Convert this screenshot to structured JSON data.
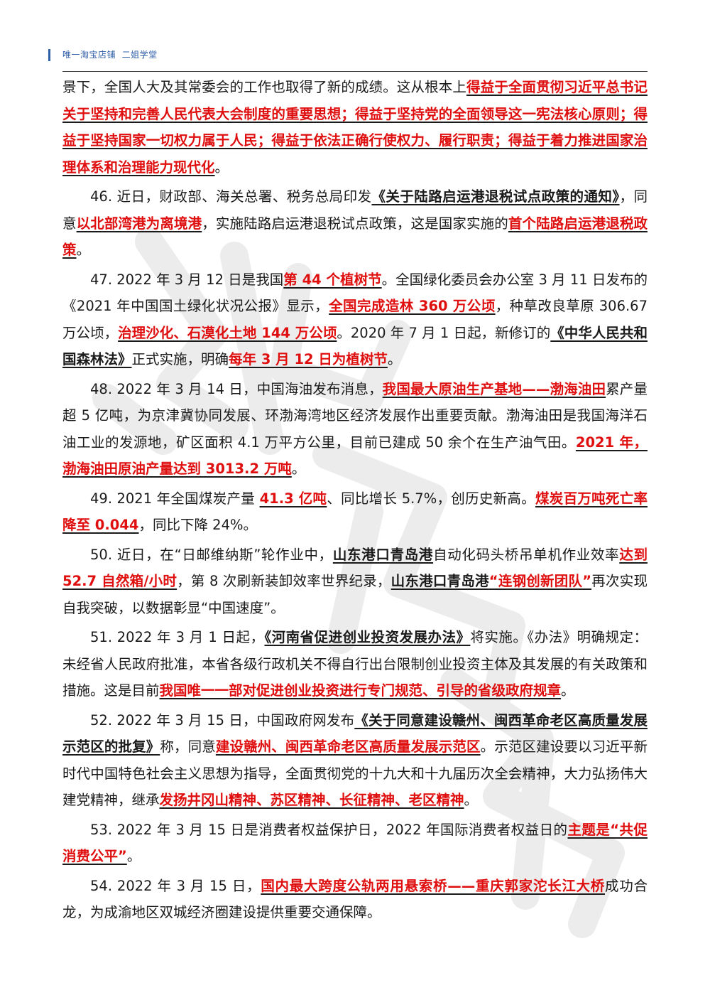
{
  "header": {
    "text": "唯一淘宝店铺  二姐学堂"
  },
  "paragraphs": [
    {
      "indent": false,
      "segments": [
        {
          "s": "n",
          "t": "景下，全国人大及其常委会的工作也取得了新的成绩。这从根本上"
        },
        {
          "s": "hl",
          "t": "得益于全面贯彻习近平总书记关于坚持和完善人民代表大会制度的重要思想；得益于坚持党的全面领导这一宪法核心原则；得益于坚持国家一切权力属于人民；得益于依法正确行使权力、履行职责；得益于着力推进国家治理体系和治理能力现代化"
        },
        {
          "s": "n",
          "t": "。"
        }
      ]
    },
    {
      "indent": true,
      "segments": [
        {
          "s": "n",
          "t": "46. 近日，财政部、海关总署、税务总局印发"
        },
        {
          "s": "bu",
          "t": "《关于陆路启运港退税试点政策的通知》"
        },
        {
          "s": "n",
          "t": "，同意"
        },
        {
          "s": "hl",
          "t": "以北部湾港为离境港"
        },
        {
          "s": "n",
          "t": "，实施陆路启运港退税试点政策，这是国家实施的"
        },
        {
          "s": "hl",
          "t": "首个陆路启运港退税政策"
        },
        {
          "s": "n",
          "t": "。"
        }
      ]
    },
    {
      "indent": true,
      "segments": [
        {
          "s": "n",
          "t": "47. 2022 年 3 月 12 日是我国"
        },
        {
          "s": "hl",
          "t": "第 44 个植树节"
        },
        {
          "s": "n",
          "t": "。全国绿化委员会办公室 3 月 11 日发布的《2021 年中国国土绿化状况公报》显示，"
        },
        {
          "s": "hl",
          "t": "全国完成造林 360 万公顷"
        },
        {
          "s": "n",
          "t": "，种草改良草原 306.67 万公顷，"
        },
        {
          "s": "hl",
          "t": "治理沙化、石漠化土地 144 万公顷"
        },
        {
          "s": "n",
          "t": "。2020 年 7 月 1 日起，新修订的"
        },
        {
          "s": "bu",
          "t": "《中华人民共和国森林法》"
        },
        {
          "s": "n",
          "t": "正式实施，明确"
        },
        {
          "s": "hl",
          "t": "每年 3 月 12 日为植树节"
        },
        {
          "s": "n",
          "t": "。"
        }
      ]
    },
    {
      "indent": true,
      "segments": [
        {
          "s": "n",
          "t": "48. 2022 年 3 月 14 日，中国海油发布消息，"
        },
        {
          "s": "hl",
          "t": "我国最大原油生产基地——渤海油田"
        },
        {
          "s": "n",
          "t": "累产量超 5 亿吨，为京津冀协同发展、环渤海湾地区经济发展作出重要贡献。渤海油田是我国海洋石油工业的发源地，矿区面积 4.1 万平方公里，目前已建成 50 余个在生产油气田。"
        },
        {
          "s": "hl",
          "t": "2021 年，渤海油田原油产量达到 3013.2 万吨"
        },
        {
          "s": "n",
          "t": "。"
        }
      ]
    },
    {
      "indent": true,
      "segments": [
        {
          "s": "n",
          "t": "49. 2021 年全国煤炭产量 "
        },
        {
          "s": "hl",
          "t": "41.3 亿吨"
        },
        {
          "s": "n",
          "t": "、同比增长 5.7%，创历史新高。"
        },
        {
          "s": "hl",
          "t": "煤炭百万吨死亡率降至 0.044"
        },
        {
          "s": "n",
          "t": "，同比下降 24%。"
        }
      ]
    },
    {
      "indent": true,
      "segments": [
        {
          "s": "n",
          "t": "50. 近日，在“日邮维纳斯”轮作业中，"
        },
        {
          "s": "bu",
          "t": "山东港口青岛港"
        },
        {
          "s": "n",
          "t": "自动化码头桥吊单机作业效率"
        },
        {
          "s": "hl",
          "t": "达到 52.7 自然箱/小时"
        },
        {
          "s": "n",
          "t": "，第 8 次刷新装卸效率世界纪录，"
        },
        {
          "s": "bu",
          "t": "山东港口青岛港"
        },
        {
          "s": "hl",
          "t": "“连钢创新团队”"
        },
        {
          "s": "n",
          "t": "再次实现自我突破，以数据彰显“中国速度”。"
        }
      ]
    },
    {
      "indent": true,
      "segments": [
        {
          "s": "n",
          "t": "51. 2022 年 3 月 1 日起，"
        },
        {
          "s": "bu",
          "t": "《河南省促进创业投资发展办法》"
        },
        {
          "s": "n",
          "t": "将实施。《办法》明确规定：未经省人民政府批准，本省各级行政机关不得自行出台限制创业投资主体及其发展的有关政策和措施。这是目前"
        },
        {
          "s": "hl",
          "t": "我国唯一一部对促进创业投资进行专门规范、引导的省级政府规章"
        },
        {
          "s": "n",
          "t": "。"
        }
      ]
    },
    {
      "indent": true,
      "segments": [
        {
          "s": "n",
          "t": "52. 2022 年 3 月 15 日，中国政府网发布"
        },
        {
          "s": "bu",
          "t": "《关于同意建设赣州、闽西革命老区高质量发展示范区的批复》"
        },
        {
          "s": "n",
          "t": "称，同意"
        },
        {
          "s": "hl",
          "t": "建设赣州、闽西革命老区高质量发展示范区"
        },
        {
          "s": "n",
          "t": "。示范区建设要以习近平新时代中国特色社会主义思想为指导，全面贯彻党的十九大和十九届历次全会精神，大力弘扬伟大建党精神，继承"
        },
        {
          "s": "hl",
          "t": "发扬井冈山精神、苏区精神、长征精神、老区精神"
        },
        {
          "s": "n",
          "t": "。"
        }
      ]
    },
    {
      "indent": true,
      "segments": [
        {
          "s": "n",
          "t": "53. 2022 年 3 月 15 日是消费者权益保护日，2022 年国际消费者权益日的"
        },
        {
          "s": "hl",
          "t": "主题是“共促消费公平”"
        },
        {
          "s": "n",
          "t": "。"
        }
      ]
    },
    {
      "indent": true,
      "segments": [
        {
          "s": "n",
          "t": "54. 2022 年 3 月 15 日，"
        },
        {
          "s": "hl",
          "t": "国内最大跨度公轨两用悬索桥——重庆郭家沱长江大桥"
        },
        {
          "s": "n",
          "t": "成功合龙，为成渝地区双城经济圈建设提供重要交通保障。"
        }
      ]
    }
  ]
}
